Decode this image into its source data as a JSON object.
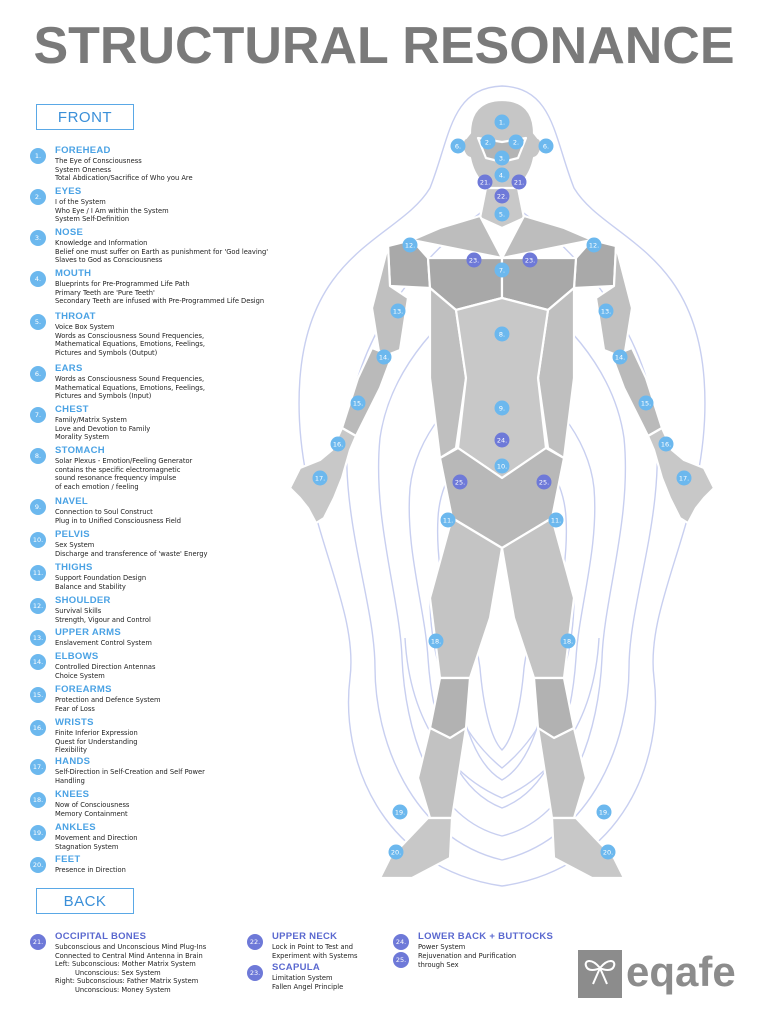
{
  "title": "STRUCTURAL RESONANCE",
  "sections": {
    "front": "FRONT",
    "back": "BACK"
  },
  "front_items": [
    {
      "n": "1.",
      "name": "FOREHEAD",
      "lines": [
        "The Eye of Consciousness",
        "System Oneness",
        "Total Abdication/Sacrifice of Who you Are"
      ]
    },
    {
      "n": "2.",
      "name": "EYES",
      "lines": [
        "I of the System",
        "Who Eye / I Am within the System",
        "System Self-Definition"
      ]
    },
    {
      "n": "3.",
      "name": "NOSE",
      "lines": [
        "Knowledge and Information",
        "Belief one must suffer on Earth as punishment for 'God leaving'",
        "Slaves to God as Consciousness"
      ]
    },
    {
      "n": "4.",
      "name": "MOUTH",
      "lines": [
        "Blueprints for Pre-Programmed Life Path",
        "Primary Teeth are 'Pure Teeth'",
        "Secondary Teeth are infused with Pre-Programmed Life Design"
      ]
    },
    {
      "n": "5.",
      "name": "THROAT",
      "lines": [
        "Voice Box System",
        "Words as Consciousness Sound Frequencies,",
        "Mathematical Equations, Emotions, Feelings,",
        "Pictures and Symbols (Output)"
      ]
    },
    {
      "n": "6.",
      "name": "EARS",
      "lines": [
        "Words as Consciousness Sound Frequencies,",
        "Mathematical Equations, Emotions, Feelings,",
        "Pictures and Symbols (Input)"
      ]
    },
    {
      "n": "7.",
      "name": "CHEST",
      "lines": [
        "Family/Matrix System",
        "Love and Devotion to Family",
        "Morality System"
      ]
    },
    {
      "n": "8.",
      "name": "STOMACH",
      "lines": [
        "Solar Plexus - Emotion/Feeling Generator",
        "contains the specific electromagnetic",
        "sound resonance frequency impulse",
        "of each emotion / feeling"
      ]
    },
    {
      "n": "9.",
      "name": "NAVEL",
      "lines": [
        "Connection to Soul Construct",
        "Plug in to Unified Consciousness Field"
      ]
    },
    {
      "n": "10.",
      "name": "PELVIS",
      "lines": [
        "Sex System",
        "Discharge and transference of 'waste' Energy"
      ]
    },
    {
      "n": "11.",
      "name": "THIGHS",
      "lines": [
        "Support Foundation Design",
        "Balance and Stability"
      ]
    },
    {
      "n": "12.",
      "name": "SHOULDER",
      "lines": [
        "Survival Skills",
        "Strength, Vigour and Control"
      ]
    },
    {
      "n": "13.",
      "name": "UPPER ARMS",
      "lines": [
        "Enslavement Control System"
      ]
    },
    {
      "n": "14.",
      "name": "ELBOWS",
      "lines": [
        "Controlled Direction Antennas",
        "Choice System"
      ]
    },
    {
      "n": "15.",
      "name": "FOREARMS",
      "lines": [
        "Protection and Defence System",
        "Fear of Loss"
      ]
    },
    {
      "n": "16.",
      "name": "WRISTS",
      "lines": [
        "Finite Inferior Expression",
        "Quest for Understanding",
        "Flexibility"
      ]
    },
    {
      "n": "17.",
      "name": "HANDS",
      "lines": [
        "Self-Direction in Self-Creation and Self Power",
        "Handling"
      ]
    },
    {
      "n": "18.",
      "name": "KNEES",
      "lines": [
        "Now of Consciousness",
        "Memory Containment"
      ]
    },
    {
      "n": "19.",
      "name": "ANKLES",
      "lines": [
        "Movement and Direction",
        "Stagnation System"
      ]
    },
    {
      "n": "20.",
      "name": "FEET",
      "lines": [
        "Presence in Direction"
      ]
    }
  ],
  "back_items": [
    {
      "n": "21.",
      "name": "OCCIPITAL BONES",
      "lines": [
        "Subconscious and Unconscious Mind Plug-Ins",
        "Connected to Central Mind Antenna in Brain",
        "Left: Subconscious: Mother Matrix System",
        "Unconscious: Sex System",
        "Right: Subconscious: Father Matrix System",
        "Unconscious: Money System"
      ]
    },
    {
      "n": "22.",
      "name": "UPPER NECK",
      "lines": [
        "Lock in Point to Test and",
        "Experiment with Systems"
      ]
    },
    {
      "n": "23.",
      "name": "SCAPULA",
      "lines": [
        "Limitation System",
        "Fallen Angel Principle"
      ]
    },
    {
      "n": "24.",
      "name": "LOWER BACK + BUTTOCKS",
      "lines": [
        "Power System"
      ]
    },
    {
      "n": "25.",
      "name": "",
      "lines": [
        "Rejuvenation and Purification",
        "through Sex"
      ]
    }
  ],
  "colors": {
    "title": "#7a7a7a",
    "front_accent": "#4aa2e4",
    "back_accent": "#5a68cf",
    "body_fill": "#c4c4c4",
    "body_dark": "#a9a9a9",
    "aura_lines": "#c8cff0"
  },
  "figure_markers": [
    {
      "label": "1.",
      "kind": "front"
    },
    {
      "label": "2.",
      "kind": "front"
    },
    {
      "label": "2.",
      "kind": "front"
    },
    {
      "label": "3.",
      "kind": "front"
    },
    {
      "label": "4.",
      "kind": "front"
    },
    {
      "label": "5.",
      "kind": "front"
    },
    {
      "label": "6.",
      "kind": "front"
    },
    {
      "label": "6.",
      "kind": "front"
    },
    {
      "label": "21.",
      "kind": "back"
    },
    {
      "label": "21.",
      "kind": "back"
    },
    {
      "label": "22.",
      "kind": "back"
    },
    {
      "label": "7.",
      "kind": "front"
    },
    {
      "label": "12.",
      "kind": "front"
    },
    {
      "label": "12.",
      "kind": "front"
    },
    {
      "label": "23.",
      "kind": "back"
    },
    {
      "label": "23.",
      "kind": "back"
    },
    {
      "label": "8.",
      "kind": "front"
    },
    {
      "label": "13.",
      "kind": "front"
    },
    {
      "label": "13.",
      "kind": "front"
    },
    {
      "label": "14.",
      "kind": "front"
    },
    {
      "label": "14.",
      "kind": "front"
    },
    {
      "label": "15.",
      "kind": "front"
    },
    {
      "label": "15.",
      "kind": "front"
    },
    {
      "label": "9.",
      "kind": "front"
    },
    {
      "label": "24.",
      "kind": "back"
    },
    {
      "label": "16.",
      "kind": "front"
    },
    {
      "label": "16.",
      "kind": "front"
    },
    {
      "label": "10.",
      "kind": "front"
    },
    {
      "label": "17.",
      "kind": "front"
    },
    {
      "label": "17.",
      "kind": "front"
    },
    {
      "label": "25.",
      "kind": "back"
    },
    {
      "label": "25.",
      "kind": "back"
    },
    {
      "label": "11.",
      "kind": "front"
    },
    {
      "label": "11.",
      "kind": "front"
    },
    {
      "label": "18.",
      "kind": "front"
    },
    {
      "label": "18.",
      "kind": "front"
    },
    {
      "label": "19.",
      "kind": "front"
    },
    {
      "label": "19.",
      "kind": "front"
    },
    {
      "label": "20.",
      "kind": "front"
    },
    {
      "label": "20.",
      "kind": "front"
    }
  ],
  "logo": {
    "text": "eqafe",
    "icon": "ribbon-bow-icon"
  }
}
